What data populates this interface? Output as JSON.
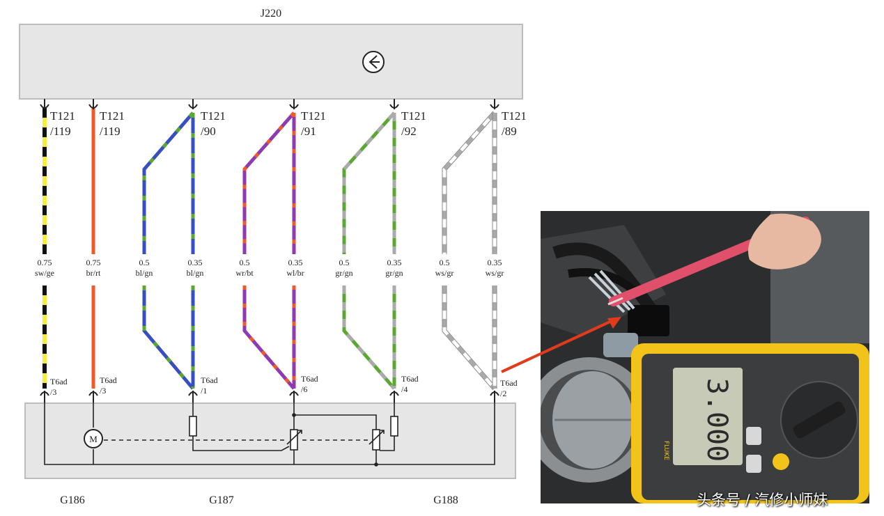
{
  "ecu_label": "J220",
  "connectors_top": [
    {
      "name": "T121",
      "pin": "/119"
    },
    {
      "name": "T121",
      "pin": "/119"
    },
    {
      "name": "T121",
      "pin": "/90"
    },
    {
      "name": "T121",
      "pin": "/91"
    },
    {
      "name": "T121",
      "pin": "/92"
    },
    {
      "name": "T121",
      "pin": "/89"
    }
  ],
  "wire_labels": [
    {
      "size": "0.75",
      "color": "sw/ge"
    },
    {
      "size": "0.75",
      "color": "br/rt"
    },
    {
      "size": "0.5",
      "color": "bl/gn"
    },
    {
      "size": "0.35",
      "color": "bl/gn"
    },
    {
      "size": "0.5",
      "color": "wr/bt"
    },
    {
      "size": "0.35",
      "color": "wl/br"
    },
    {
      "size": "0.5",
      "color": "gr/gn"
    },
    {
      "size": "0.35",
      "color": "gr/gn"
    },
    {
      "size": "0.5",
      "color": "ws/gr"
    },
    {
      "size": "0.35",
      "color": "ws/gr"
    }
  ],
  "connectors_bottom": [
    {
      "name": "T6ad",
      "pin": "/3"
    },
    {
      "name": "T6ad",
      "pin": "/3"
    },
    {
      "name": "T6ad",
      "pin": "/1"
    },
    {
      "name": "T6ad",
      "pin": "/6"
    },
    {
      "name": "T6ad",
      "pin": "/4"
    },
    {
      "name": "T6ad",
      "pin": "/2"
    }
  ],
  "components": [
    "G186",
    "G187",
    "G188"
  ],
  "motor_symbol": "M",
  "meter": {
    "reading": "3.000",
    "brand": "FLUKE"
  },
  "watermark": "头条号 / 汽修小师妹",
  "colors": {
    "black": "#111111",
    "yellow": "#f3ee3a",
    "orange": "#f05a28",
    "blue": "#3a4fbf",
    "green": "#5aa832",
    "purple": "#8e3ab0",
    "grey": "#aaaaaa",
    "white": "#ffffff",
    "probe": "#e0506a",
    "arrow": "#e23b1c"
  }
}
